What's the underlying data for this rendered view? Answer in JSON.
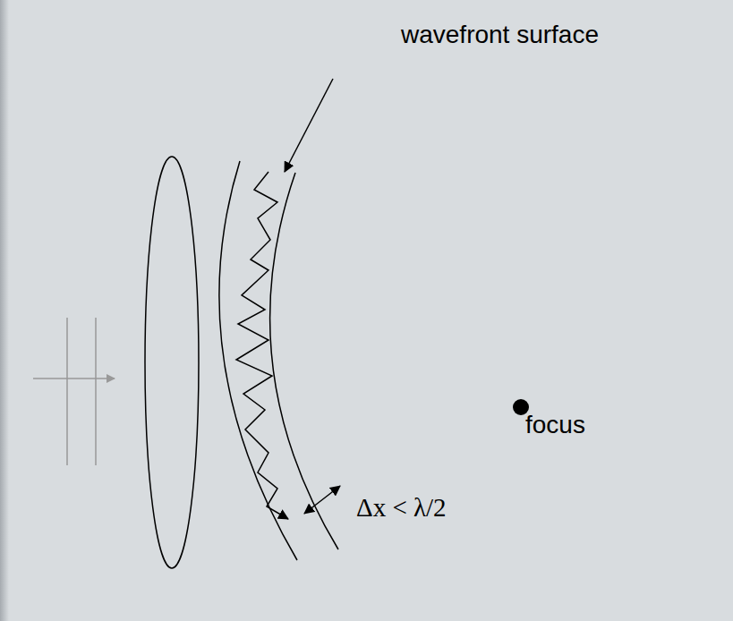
{
  "diagram": {
    "labels": [
      "wavefront surface",
      "focus",
      "Δx < λ/2"
    ]
  }
}
